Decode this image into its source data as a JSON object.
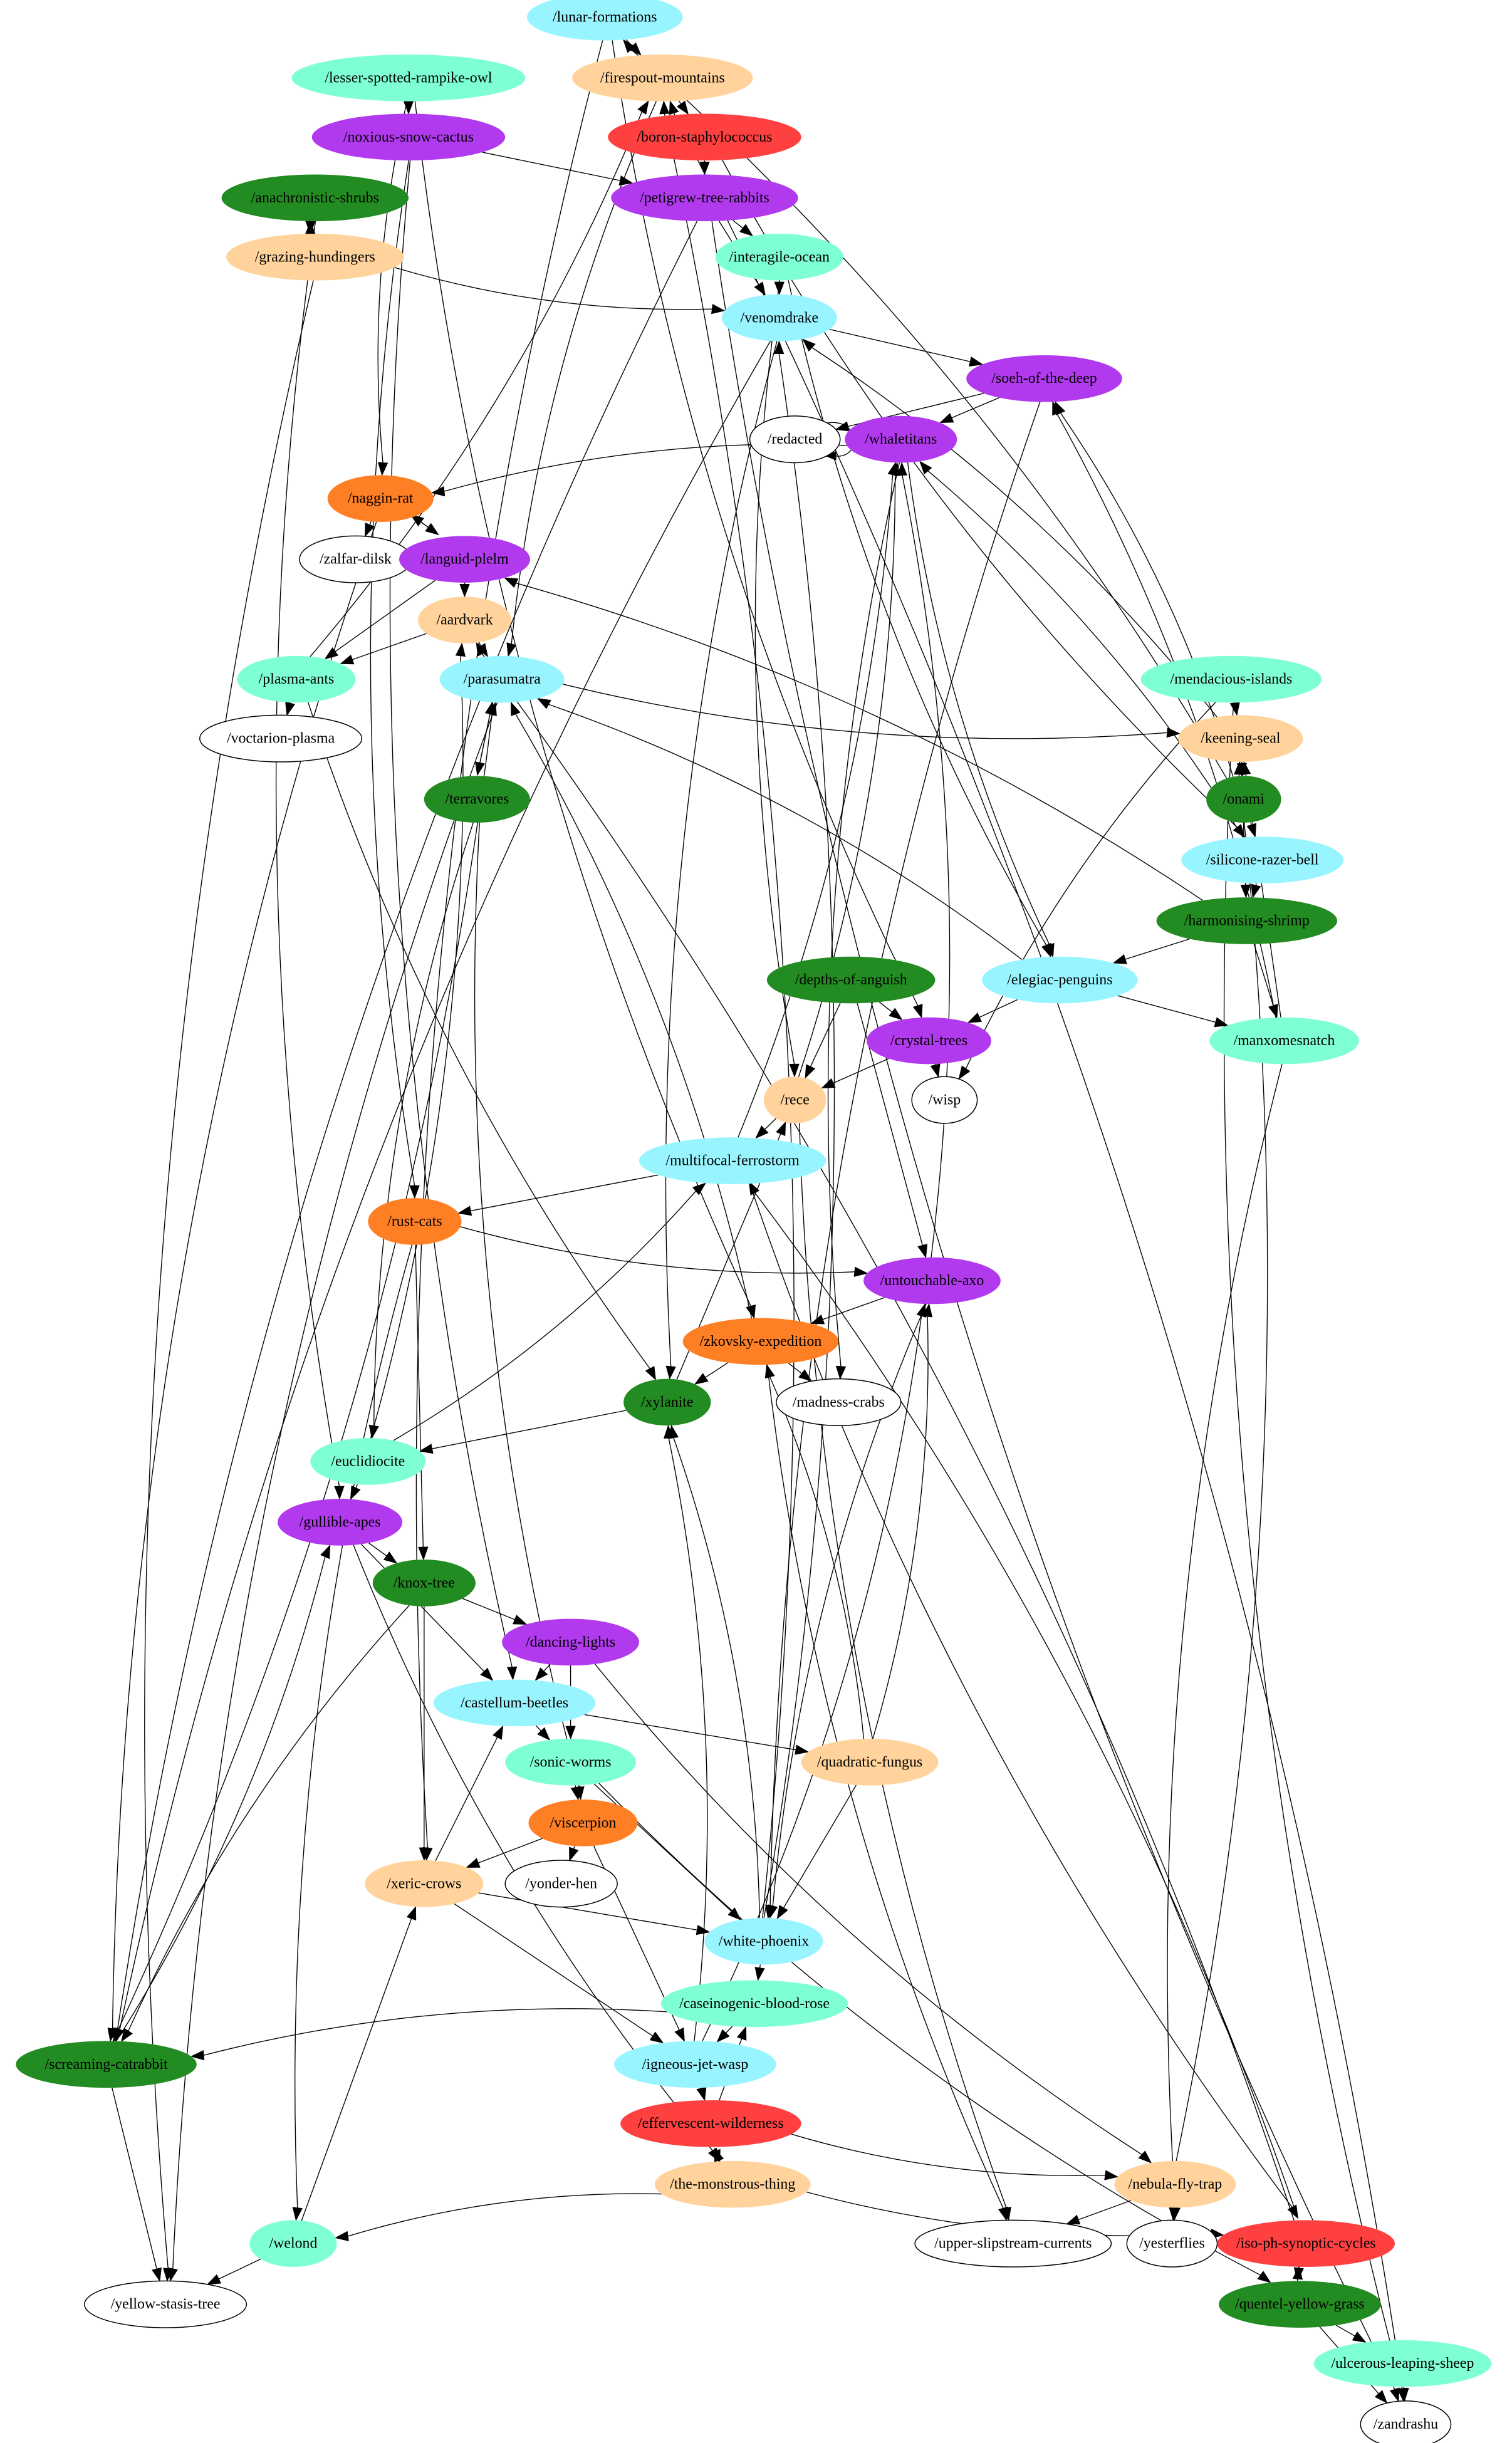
{
  "colors": {
    "cyan": "#98f5ff",
    "aqua": "#7fffd4",
    "purple": "#b23aee",
    "orange": "#ff7f24",
    "peach": "#ffd39b",
    "red": "#ff4040",
    "green": "#228b22",
    "white": "#ffffff"
  },
  "nodes": [
    {
      "id": "lunar-formations",
      "label": "/lunar-formations",
      "color": "cyan"
    },
    {
      "id": "lesser-spotted-rampike-owl",
      "label": "/lesser-spotted-rampike-owl",
      "color": "aqua"
    },
    {
      "id": "firespout-mountains",
      "label": "/firespout-mountains",
      "color": "peach"
    },
    {
      "id": "noxious-snow-cactus",
      "label": "/noxious-snow-cactus",
      "color": "purple"
    },
    {
      "id": "boron-staphylococcus",
      "label": "/boron-staphylococcus",
      "color": "red"
    },
    {
      "id": "anachronistic-shrubs",
      "label": "/anachronistic-shrubs",
      "color": "green"
    },
    {
      "id": "petigrew-tree-rabbits",
      "label": "/petigrew-tree-rabbits",
      "color": "purple"
    },
    {
      "id": "grazing-hundingers",
      "label": "/grazing-hundingers",
      "color": "peach"
    },
    {
      "id": "interagile-ocean",
      "label": "/interagile-ocean",
      "color": "aqua"
    },
    {
      "id": "venomdrake",
      "label": "/venomdrake",
      "color": "cyan"
    },
    {
      "id": "soeh-of-the-deep",
      "label": "/soeh-of-the-deep",
      "color": "purple"
    },
    {
      "id": "redacted",
      "label": "/redacted",
      "color": "white"
    },
    {
      "id": "whaletitans",
      "label": "/whaletitans",
      "color": "purple"
    },
    {
      "id": "naggin-rat",
      "label": "/naggin-rat",
      "color": "orange"
    },
    {
      "id": "zalfar-dilsk",
      "label": "/zalfar-dilsk",
      "color": "white"
    },
    {
      "id": "languid-plelm",
      "label": "/languid-plelm",
      "color": "purple"
    },
    {
      "id": "aardvark",
      "label": "/aardvark",
      "color": "peach"
    },
    {
      "id": "plasma-ants",
      "label": "/plasma-ants",
      "color": "aqua"
    },
    {
      "id": "parasumatra",
      "label": "/parasumatra",
      "color": "cyan"
    },
    {
      "id": "mendacious-islands",
      "label": "/mendacious-islands",
      "color": "aqua"
    },
    {
      "id": "voctarion-plasma",
      "label": "/voctarion-plasma",
      "color": "white"
    },
    {
      "id": "keening-seal",
      "label": "/keening-seal",
      "color": "peach"
    },
    {
      "id": "terravores",
      "label": "/terravores",
      "color": "green"
    },
    {
      "id": "onami",
      "label": "/onami",
      "color": "green"
    },
    {
      "id": "silicone-razer-bell",
      "label": "/silicone-razer-bell",
      "color": "cyan"
    },
    {
      "id": "harmonising-shrimp",
      "label": "/harmonising-shrimp",
      "color": "green"
    },
    {
      "id": "depths-of-anguish",
      "label": "/depths-of-anguish",
      "color": "green"
    },
    {
      "id": "elegiac-penguins",
      "label": "/elegiac-penguins",
      "color": "cyan"
    },
    {
      "id": "crystal-trees",
      "label": "/crystal-trees",
      "color": "purple"
    },
    {
      "id": "manxomesnatch",
      "label": "/manxomesnatch",
      "color": "aqua"
    },
    {
      "id": "rece",
      "label": "/rece",
      "color": "peach"
    },
    {
      "id": "wisp",
      "label": "/wisp",
      "color": "white"
    },
    {
      "id": "multifocal-ferrostorm",
      "label": "/multifocal-ferrostorm",
      "color": "cyan"
    },
    {
      "id": "rust-cats",
      "label": "/rust-cats",
      "color": "orange"
    },
    {
      "id": "untouchable-axo",
      "label": "/untouchable-axo",
      "color": "purple"
    },
    {
      "id": "zkovsky-expedition",
      "label": "/zkovsky-expedition",
      "color": "orange"
    },
    {
      "id": "xylanite",
      "label": "/xylanite",
      "color": "green"
    },
    {
      "id": "madness-crabs",
      "label": "/madness-crabs",
      "color": "white"
    },
    {
      "id": "euclidiocite",
      "label": "/euclidiocite",
      "color": "aqua"
    },
    {
      "id": "gullible-apes",
      "label": "/gullible-apes",
      "color": "purple"
    },
    {
      "id": "knox-tree",
      "label": "/knox-tree",
      "color": "green"
    },
    {
      "id": "dancing-lights",
      "label": "/dancing-lights",
      "color": "purple"
    },
    {
      "id": "castellum-beetles",
      "label": "/castellum-beetles",
      "color": "cyan"
    },
    {
      "id": "quadratic-fungus",
      "label": "/quadratic-fungus",
      "color": "peach"
    },
    {
      "id": "sonic-worms",
      "label": "/sonic-worms",
      "color": "aqua"
    },
    {
      "id": "viscerpion",
      "label": "/viscerpion",
      "color": "orange"
    },
    {
      "id": "xeric-crows",
      "label": "/xeric-crows",
      "color": "peach"
    },
    {
      "id": "yonder-hen",
      "label": "/yonder-hen",
      "color": "white"
    },
    {
      "id": "white-phoenix",
      "label": "/white-phoenix",
      "color": "cyan"
    },
    {
      "id": "caseinogenic-blood-rose",
      "label": "/caseinogenic-blood-rose",
      "color": "aqua"
    },
    {
      "id": "screaming-catrabbit",
      "label": "/screaming-catrabbit",
      "color": "green"
    },
    {
      "id": "igneous-jet-wasp",
      "label": "/igneous-jet-wasp",
      "color": "cyan"
    },
    {
      "id": "effervescent-wilderness",
      "label": "/effervescent-wilderness",
      "color": "red"
    },
    {
      "id": "the-monstrous-thing",
      "label": "/the-monstrous-thing",
      "color": "peach"
    },
    {
      "id": "nebula-fly-trap",
      "label": "/nebula-fly-trap",
      "color": "peach"
    },
    {
      "id": "welond",
      "label": "/welond",
      "color": "aqua"
    },
    {
      "id": "upper-slipstream-currents",
      "label": "/upper-slipstream-currents",
      "color": "white"
    },
    {
      "id": "yesterflies",
      "label": "/yesterflies",
      "color": "white"
    },
    {
      "id": "iso-ph-synoptic-cycles",
      "label": "/iso-ph-synoptic-cycles",
      "color": "red"
    },
    {
      "id": "yellow-stasis-tree",
      "label": "/yellow-stasis-tree",
      "color": "white"
    },
    {
      "id": "quentel-yellow-grass",
      "label": "/quentel-yellow-grass",
      "color": "green"
    },
    {
      "id": "ulcerous-leaping-sheep",
      "label": "/ulcerous-leaping-sheep",
      "color": "aqua"
    },
    {
      "id": "zandrashu",
      "label": "/zandrashu",
      "color": "white"
    }
  ],
  "edges": [
    [
      "lunar-formations",
      "firespout-mountains"
    ],
    [
      "lunar-formations",
      "xeric-crows"
    ],
    [
      "lunar-formations",
      "crystal-trees"
    ],
    [
      "onami",
      "lunar-formations"
    ],
    [
      "lesser-spotted-rampike-owl",
      "noxious-snow-cactus"
    ],
    [
      "lesser-spotted-rampike-owl",
      "naggin-rat"
    ],
    [
      "lesser-spotted-rampike-owl",
      "zkovsky-expedition"
    ],
    [
      "firespout-mountains",
      "boron-staphylococcus"
    ],
    [
      "firespout-mountains",
      "parasumatra"
    ],
    [
      "plasma-ants",
      "firespout-mountains"
    ],
    [
      "white-phoenix",
      "firespout-mountains"
    ],
    [
      "ulcerous-leaping-sheep",
      "firespout-mountains"
    ],
    [
      "boron-staphylococcus",
      "petigrew-tree-rabbits"
    ],
    [
      "boron-staphylococcus",
      "silicone-razer-bell"
    ],
    [
      "noxious-snow-cactus",
      "petigrew-tree-rabbits"
    ],
    [
      "noxious-snow-cactus",
      "rust-cats"
    ],
    [
      "noxious-snow-cactus",
      "castellum-beetles"
    ],
    [
      "anachronistic-shrubs",
      "grazing-hundingers"
    ],
    [
      "grazing-hundingers",
      "anachronistic-shrubs"
    ],
    [
      "anachronistic-shrubs",
      "gullible-apes"
    ],
    [
      "grazing-hundingers",
      "venomdrake"
    ],
    [
      "grazing-hundingers",
      "yellow-stasis-tree"
    ],
    [
      "petigrew-tree-rabbits",
      "interagile-ocean"
    ],
    [
      "petigrew-tree-rabbits",
      "venomdrake"
    ],
    [
      "petigrew-tree-rabbits",
      "screaming-catrabbit"
    ],
    [
      "petigrew-tree-rabbits",
      "zandrashu"
    ],
    [
      "interagile-ocean",
      "venomdrake"
    ],
    [
      "interagile-ocean",
      "rece"
    ],
    [
      "interagile-ocean",
      "elegiac-penguins"
    ],
    [
      "venomdrake",
      "soeh-of-the-deep"
    ],
    [
      "venomdrake",
      "xylanite"
    ],
    [
      "venomdrake",
      "screaming-catrabbit"
    ],
    [
      "keening-seal",
      "venomdrake"
    ],
    [
      "white-phoenix",
      "venomdrake"
    ],
    [
      "soeh-of-the-deep",
      "redacted"
    ],
    [
      "soeh-of-the-deep",
      "whaletitans"
    ],
    [
      "redacted",
      "redacted"
    ],
    [
      "soeh-of-the-deep",
      "white-phoenix"
    ],
    [
      "onami",
      "soeh-of-the-deep"
    ],
    [
      "manxomesnatch",
      "soeh-of-the-deep"
    ],
    [
      "whaletitans",
      "naggin-rat"
    ],
    [
      "whaletitans",
      "madness-crabs"
    ],
    [
      "whaletitans",
      "elegiac-penguins"
    ],
    [
      "silicone-razer-bell",
      "whaletitans"
    ],
    [
      "rece",
      "whaletitans"
    ],
    [
      "multifocal-ferrostorm",
      "whaletitans"
    ],
    [
      "untouchable-axo",
      "whaletitans"
    ],
    [
      "naggin-rat",
      "zalfar-dilsk"
    ],
    [
      "naggin-rat",
      "languid-plelm"
    ],
    [
      "languid-plelm",
      "naggin-rat"
    ],
    [
      "naggin-rat",
      "screaming-catrabbit"
    ],
    [
      "languid-plelm",
      "aardvark"
    ],
    [
      "languid-plelm",
      "plasma-ants"
    ],
    [
      "harmonising-shrimp",
      "languid-plelm"
    ],
    [
      "aardvark",
      "plasma-ants"
    ],
    [
      "aardvark",
      "parasumatra"
    ],
    [
      "iso-ph-synoptic-cycles",
      "aardvark"
    ],
    [
      "euclidiocite",
      "aardvark"
    ],
    [
      "plasma-ants",
      "voctarion-plasma"
    ],
    [
      "plasma-ants",
      "xylanite"
    ],
    [
      "parasumatra",
      "terravores"
    ],
    [
      "terravores",
      "parasumatra"
    ],
    [
      "parasumatra",
      "keening-seal"
    ],
    [
      "parasumatra",
      "yellow-stasis-tree"
    ],
    [
      "screaming-catrabbit",
      "parasumatra"
    ],
    [
      "elegiac-penguins",
      "parasumatra"
    ],
    [
      "zkovsky-expedition",
      "parasumatra"
    ],
    [
      "mendacious-islands",
      "keening-seal"
    ],
    [
      "mendacious-islands",
      "wisp"
    ],
    [
      "mendacious-islands",
      "zandrashu"
    ],
    [
      "keening-seal",
      "onami"
    ],
    [
      "keening-seal",
      "harmonising-shrimp"
    ],
    [
      "nebula-fly-trap",
      "keening-seal"
    ],
    [
      "manxomesnatch",
      "keening-seal"
    ],
    [
      "onami",
      "silicone-razer-bell"
    ],
    [
      "silicone-razer-bell",
      "harmonising-shrimp"
    ],
    [
      "harmonising-shrimp",
      "elegiac-penguins"
    ],
    [
      "harmonising-shrimp",
      "manxomesnatch"
    ],
    [
      "elegiac-penguins",
      "crystal-trees"
    ],
    [
      "elegiac-penguins",
      "manxomesnatch"
    ],
    [
      "depths-of-anguish",
      "crystal-trees"
    ],
    [
      "depths-of-anguish",
      "rece"
    ],
    [
      "depths-of-anguish",
      "untouchable-axo"
    ],
    [
      "crystal-trees",
      "rece"
    ],
    [
      "crystal-trees",
      "wisp"
    ],
    [
      "rece",
      "multifocal-ferrostorm"
    ],
    [
      "rece",
      "upper-slipstream-currents"
    ],
    [
      "xylanite",
      "rece"
    ],
    [
      "multifocal-ferrostorm",
      "rust-cats"
    ],
    [
      "multifocal-ferrostorm",
      "iso-ph-synoptic-cycles"
    ],
    [
      "iso-ph-synoptic-cycles",
      "multifocal-ferrostorm"
    ],
    [
      "euclidiocite",
      "multifocal-ferrostorm"
    ],
    [
      "rust-cats",
      "untouchable-axo"
    ],
    [
      "rust-cats",
      "knox-tree"
    ],
    [
      "rust-cats",
      "welond"
    ],
    [
      "terravores",
      "euclidiocite"
    ],
    [
      "terravores",
      "viscerpion"
    ],
    [
      "untouchable-axo",
      "zkovsky-expedition"
    ],
    [
      "untouchable-axo",
      "white-phoenix"
    ],
    [
      "igneous-jet-wasp",
      "untouchable-axo"
    ],
    [
      "quadratic-fungus",
      "untouchable-axo"
    ],
    [
      "zkovsky-expedition",
      "xylanite"
    ],
    [
      "zkovsky-expedition",
      "madness-crabs"
    ],
    [
      "zkovsky-expedition",
      "upper-slipstream-currents"
    ],
    [
      "quadratic-fungus",
      "zkovsky-expedition"
    ],
    [
      "xylanite",
      "euclidiocite"
    ],
    [
      "igneous-jet-wasp",
      "xylanite"
    ],
    [
      "white-phoenix",
      "xylanite"
    ],
    [
      "euclidiocite",
      "gullible-apes"
    ],
    [
      "gullible-apes",
      "knox-tree"
    ],
    [
      "gullible-apes",
      "castellum-beetles"
    ],
    [
      "gullible-apes",
      "the-monstrous-thing"
    ],
    [
      "screaming-catrabbit",
      "gullible-apes"
    ],
    [
      "knox-tree",
      "dancing-lights"
    ],
    [
      "knox-tree",
      "xeric-crows"
    ],
    [
      "knox-tree",
      "screaming-catrabbit"
    ],
    [
      "dancing-lights",
      "castellum-beetles"
    ],
    [
      "dancing-lights",
      "sonic-worms"
    ],
    [
      "dancing-lights",
      "nebula-fly-trap"
    ],
    [
      "castellum-beetles",
      "sonic-worms"
    ],
    [
      "castellum-beetles",
      "quadratic-fungus"
    ],
    [
      "xeric-crows",
      "castellum-beetles"
    ],
    [
      "quadratic-fungus",
      "white-phoenix"
    ],
    [
      "sonic-worms",
      "viscerpion"
    ],
    [
      "sonic-worms",
      "white-phoenix"
    ],
    [
      "sonic-worms",
      "quentel-yellow-grass"
    ],
    [
      "viscerpion",
      "xeric-crows"
    ],
    [
      "viscerpion",
      "yonder-hen"
    ],
    [
      "viscerpion",
      "igneous-jet-wasp"
    ],
    [
      "xeric-crows",
      "white-phoenix"
    ],
    [
      "xeric-crows",
      "igneous-jet-wasp"
    ],
    [
      "welond",
      "xeric-crows"
    ],
    [
      "white-phoenix",
      "caseinogenic-blood-rose"
    ],
    [
      "caseinogenic-blood-rose",
      "screaming-catrabbit"
    ],
    [
      "caseinogenic-blood-rose",
      "igneous-jet-wasp"
    ],
    [
      "effervescent-wilderness",
      "caseinogenic-blood-rose"
    ],
    [
      "igneous-jet-wasp",
      "effervescent-wilderness"
    ],
    [
      "effervescent-wilderness",
      "the-monstrous-thing"
    ],
    [
      "the-monstrous-thing",
      "effervescent-wilderness"
    ],
    [
      "effervescent-wilderness",
      "nebula-fly-trap"
    ],
    [
      "the-monstrous-thing",
      "welond"
    ],
    [
      "the-monstrous-thing",
      "iso-ph-synoptic-cycles"
    ],
    [
      "nebula-fly-trap",
      "upper-slipstream-currents"
    ],
    [
      "nebula-fly-trap",
      "yesterflies"
    ],
    [
      "manxomesnatch",
      "yesterflies"
    ],
    [
      "iso-ph-synoptic-cycles",
      "quentel-yellow-grass"
    ],
    [
      "quentel-yellow-grass",
      "iso-ph-synoptic-cycles"
    ],
    [
      "quentel-yellow-grass",
      "ulcerous-leaping-sheep"
    ],
    [
      "quentel-yellow-grass",
      "zandrashu"
    ],
    [
      "ulcerous-leaping-sheep",
      "zandrashu"
    ],
    [
      "screaming-catrabbit",
      "yellow-stasis-tree"
    ],
    [
      "welond",
      "yellow-stasis-tree"
    ]
  ]
}
